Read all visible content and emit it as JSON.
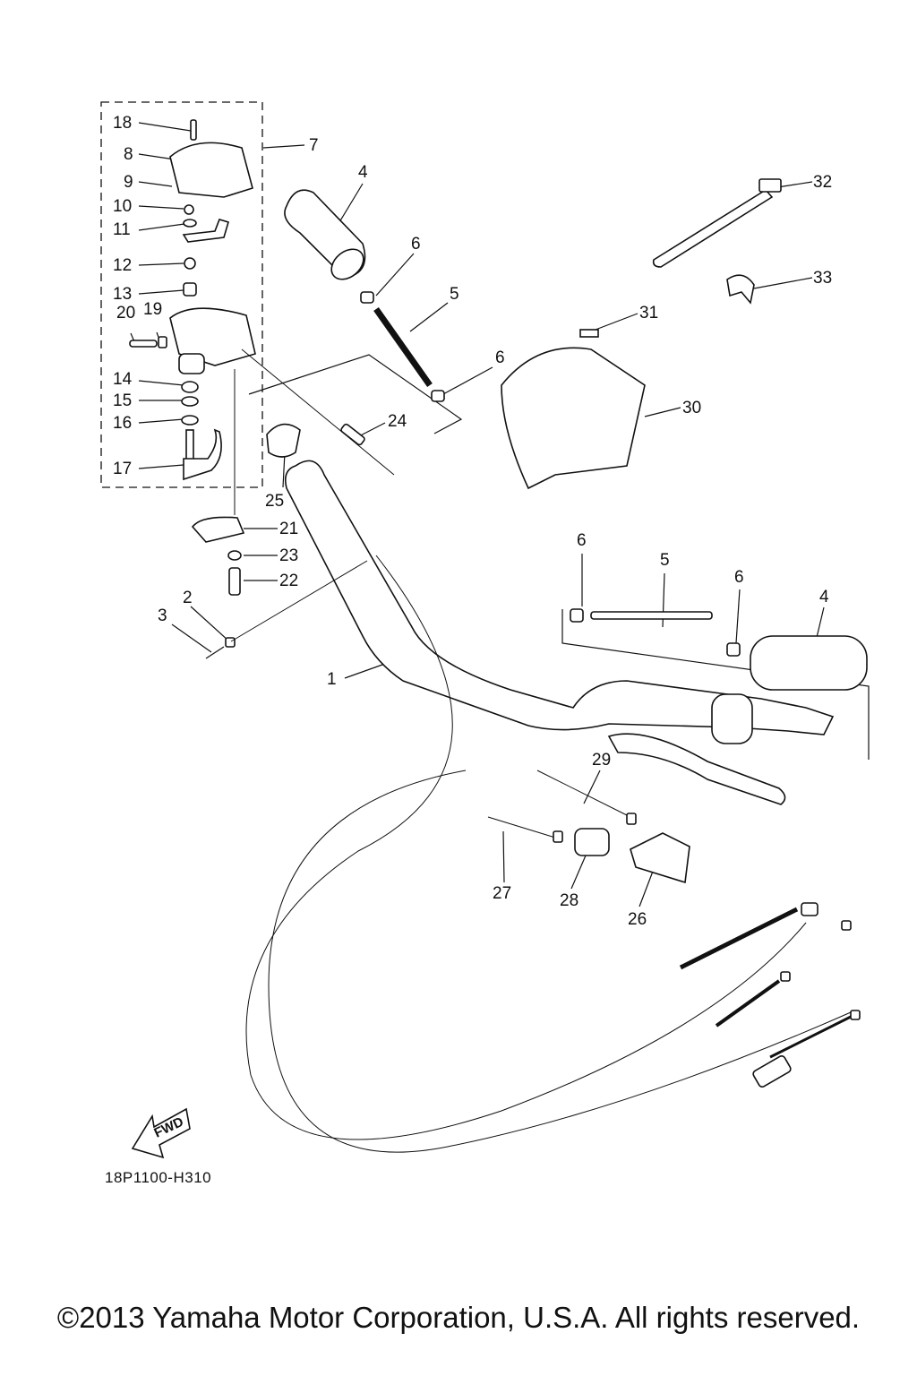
{
  "diagram": {
    "title": "Steering / Handlebar Assembly",
    "drawing_code": "18P1100-H310",
    "fwd_label": "FWD",
    "copyright": "©2013 Yamaha Motor Corporation, U.S.A. All rights reserved.",
    "callouts": [
      {
        "id": "c1",
        "label": "1"
      },
      {
        "id": "c2",
        "label": "2"
      },
      {
        "id": "c3",
        "label": "3"
      },
      {
        "id": "c4a",
        "label": "4"
      },
      {
        "id": "c4b",
        "label": "4"
      },
      {
        "id": "c5a",
        "label": "5"
      },
      {
        "id": "c5b",
        "label": "5"
      },
      {
        "id": "c6a",
        "label": "6"
      },
      {
        "id": "c6b",
        "label": "6"
      },
      {
        "id": "c6c",
        "label": "6"
      },
      {
        "id": "c6d",
        "label": "6"
      },
      {
        "id": "c7",
        "label": "7"
      },
      {
        "id": "c8",
        "label": "8"
      },
      {
        "id": "c9",
        "label": "9"
      },
      {
        "id": "c10",
        "label": "10"
      },
      {
        "id": "c11",
        "label": "11"
      },
      {
        "id": "c12",
        "label": "12"
      },
      {
        "id": "c13",
        "label": "13"
      },
      {
        "id": "c14",
        "label": "14"
      },
      {
        "id": "c15",
        "label": "15"
      },
      {
        "id": "c16",
        "label": "16"
      },
      {
        "id": "c17",
        "label": "17"
      },
      {
        "id": "c18",
        "label": "18"
      },
      {
        "id": "c19",
        "label": "19"
      },
      {
        "id": "c20",
        "label": "20"
      },
      {
        "id": "c21",
        "label": "21"
      },
      {
        "id": "c22",
        "label": "22"
      },
      {
        "id": "c23",
        "label": "23"
      },
      {
        "id": "c24",
        "label": "24"
      },
      {
        "id": "c25",
        "label": "25"
      },
      {
        "id": "c26",
        "label": "26"
      },
      {
        "id": "c27",
        "label": "27"
      },
      {
        "id": "c28",
        "label": "28"
      },
      {
        "id": "c29",
        "label": "29"
      },
      {
        "id": "c30",
        "label": "30"
      },
      {
        "id": "c31",
        "label": "31"
      },
      {
        "id": "c32",
        "label": "32"
      },
      {
        "id": "c33",
        "label": "33"
      }
    ]
  }
}
